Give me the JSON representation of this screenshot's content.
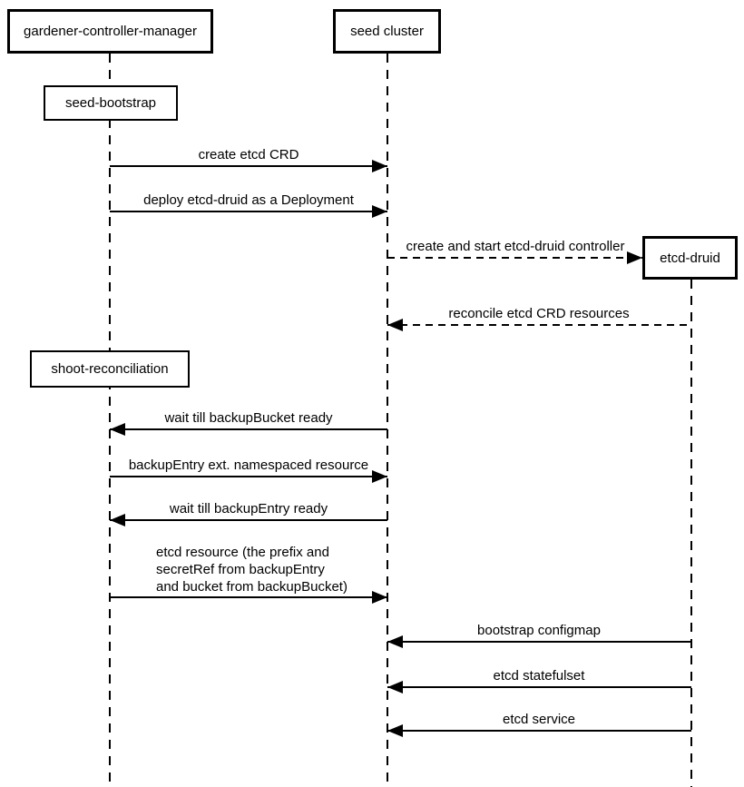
{
  "diagram": {
    "type": "uml-sequence-diagram",
    "colors": {
      "line": "#000000",
      "background": "#ffffff",
      "box_fill": "#ffffff",
      "text": "#000000"
    },
    "actors": [
      {
        "id": "gardener-controller-manager",
        "label": "gardener-controller-manager"
      },
      {
        "id": "seed-cluster",
        "label": "seed cluster"
      },
      {
        "id": "etcd-druid",
        "label": "etcd-druid"
      }
    ],
    "activations": [
      {
        "on": "gardener-controller-manager",
        "label": "seed-bootstrap"
      },
      {
        "on": "gardener-controller-manager",
        "label": "shoot-reconciliation"
      }
    ],
    "messages": [
      {
        "from": "gardener-controller-manager",
        "to": "seed-cluster",
        "style": "solid",
        "label": "create etcd CRD"
      },
      {
        "from": "gardener-controller-manager",
        "to": "seed-cluster",
        "style": "solid",
        "label": "deploy etcd-druid as a Deployment"
      },
      {
        "from": "seed-cluster",
        "to": "etcd-druid",
        "style": "dashed",
        "label": "create and start etcd-druid controller"
      },
      {
        "from": "etcd-druid",
        "to": "seed-cluster",
        "style": "dashed",
        "label": "reconcile etcd CRD resources"
      },
      {
        "from": "seed-cluster",
        "to": "gardener-controller-manager",
        "style": "solid",
        "label": "wait till backupBucket ready"
      },
      {
        "from": "gardener-controller-manager",
        "to": "seed-cluster",
        "style": "solid",
        "label": "backupEntry ext. namespaced resource"
      },
      {
        "from": "seed-cluster",
        "to": "gardener-controller-manager",
        "style": "solid",
        "label": "wait till backupEntry ready"
      },
      {
        "from": "gardener-controller-manager",
        "to": "seed-cluster",
        "style": "solid",
        "label": "etcd resource (the prefix and\nsecretRef from backupEntry\nand bucket from backupBucket)"
      },
      {
        "from": "etcd-druid",
        "to": "seed-cluster",
        "style": "solid",
        "label": "bootstrap configmap"
      },
      {
        "from": "etcd-druid",
        "to": "seed-cluster",
        "style": "solid",
        "label": "etcd statefulset"
      },
      {
        "from": "etcd-druid",
        "to": "seed-cluster",
        "style": "solid",
        "label": "etcd service"
      }
    ]
  }
}
